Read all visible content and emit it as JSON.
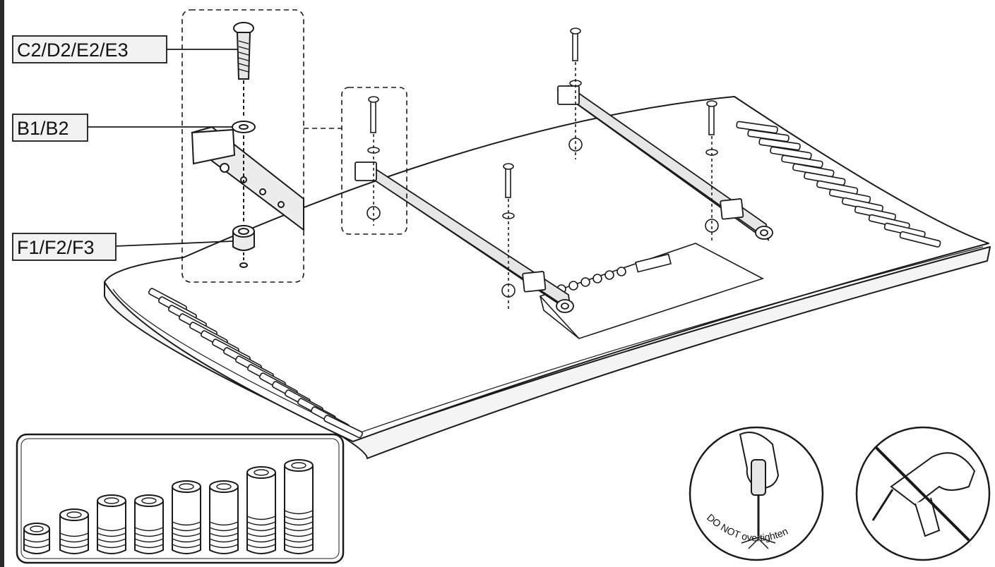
{
  "labels": {
    "screw": "C2/D2/E2/E3",
    "washer": "B1/B2",
    "spacer": "F1/F2/F3"
  },
  "warning": {
    "text": "DO NOT overtighten"
  },
  "colors": {
    "line": "#1a1a1a",
    "left_edge": "#2a2a2a",
    "label_fill": "#f2f2f2",
    "panel_bg": "#ffffff",
    "part_fill": "#e6e6e6"
  },
  "icons": {
    "screw": "screw-icon",
    "washer": "washer-icon",
    "spacer": "spacer-icon",
    "hand_screwdriver": "hand-screwdriver-icon",
    "power_drill_prohibited": "power-drill-prohibited-icon"
  },
  "spacer_inventory": {
    "count": 8
  }
}
